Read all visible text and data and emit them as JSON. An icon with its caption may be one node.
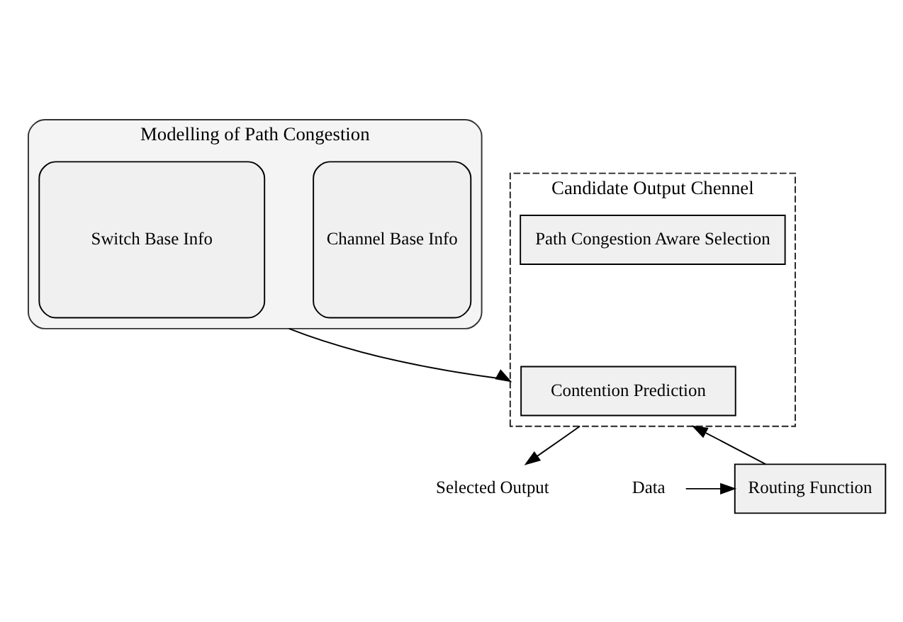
{
  "diagram": {
    "nodes": [
      {
        "text": [
          "Modelling of Path Congestion"
        ]
      },
      {
        "text": [
          "Channel Base Info"
        ],
        "in": 0
      },
      {
        "text": [
          "Switch Base Info"
        ],
        "in": 0
      },
      {
        "text": [
          "Candidate Output Chennel"
        ]
      },
      {
        "text": [
          "Path Congestion Aware Selection"
        ],
        "in": 3
      },
      {
        "text": [
          "Contention Prediction"
        ],
        "in": 3
      },
      {
        "text": [
          "Routing Function"
        ]
      },
      {
        "text": [
          "Data"
        ]
      },
      {
        "text": [
          "Selected Output"
        ]
      }
    ],
    "edges": [
      {
        "from": 0,
        "to": 3,
        "arrow": "to"
      },
      {
        "from": 7,
        "to": 6,
        "arrow": "to"
      },
      {
        "from": 6,
        "to": 3,
        "arrow": "to"
      },
      {
        "from": 3,
        "to": 8,
        "arrow": "to"
      }
    ]
  }
}
